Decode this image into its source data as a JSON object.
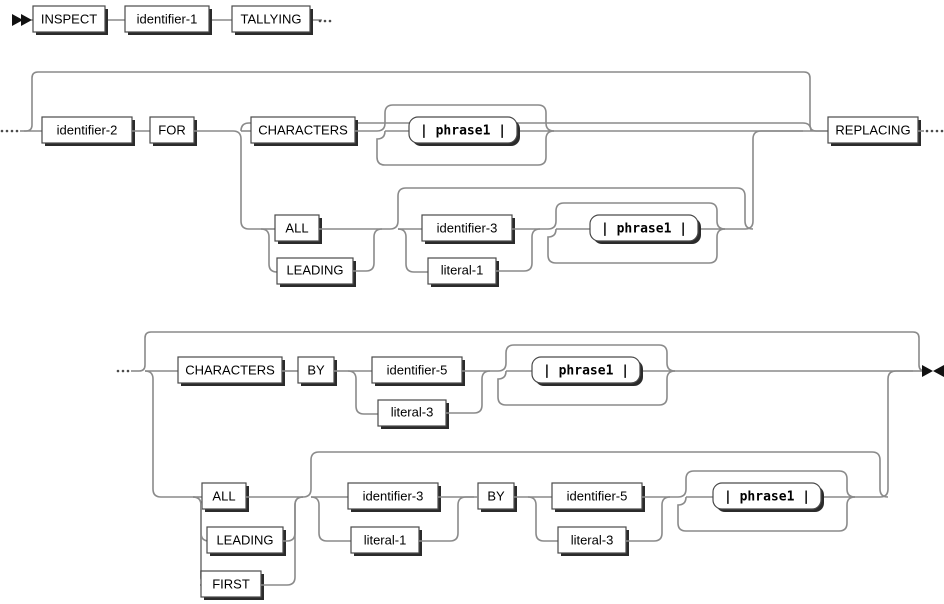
{
  "diagram": {
    "title": "INSPECT TALLYING REPLACING syntax diagram",
    "type": "railroad-syntax-diagram",
    "colors": {
      "rail": "#8a8a8a",
      "box_border": "#4a4a4a",
      "box_fill": "#ffffff",
      "box_shadow": "#2b2b2b",
      "text": "#000000",
      "background": "#ffffff"
    },
    "markers": {
      "start": "►►",
      "end": "►◄",
      "continuation": "····"
    }
  },
  "rows": [
    {
      "id": "row-1",
      "nodes": [
        {
          "id": "n-inspect",
          "label": "INSPECT",
          "kind": "keyword"
        },
        {
          "id": "n-identifier-1",
          "label": "identifier-1",
          "kind": "variable"
        },
        {
          "id": "n-tallying",
          "label": "TALLYING",
          "kind": "keyword"
        }
      ]
    },
    {
      "id": "row-2",
      "nodes": [
        {
          "id": "n-identifier-2",
          "label": "identifier-2",
          "kind": "variable"
        },
        {
          "id": "n-for",
          "label": "FOR",
          "kind": "keyword"
        },
        {
          "id": "n-characters-2",
          "label": "CHARACTERS",
          "kind": "keyword"
        },
        {
          "id": "n-phrase1-a",
          "label": "| phrase1 |",
          "kind": "fragment"
        },
        {
          "id": "n-all-2",
          "label": "ALL",
          "kind": "keyword"
        },
        {
          "id": "n-leading-2",
          "label": "LEADING",
          "kind": "keyword"
        },
        {
          "id": "n-identifier-3a",
          "label": "identifier-3",
          "kind": "variable"
        },
        {
          "id": "n-literal-1a",
          "label": "literal-1",
          "kind": "variable"
        },
        {
          "id": "n-phrase1-b",
          "label": "| phrase1 |",
          "kind": "fragment"
        },
        {
          "id": "n-replacing",
          "label": "REPLACING",
          "kind": "keyword"
        }
      ]
    },
    {
      "id": "row-3",
      "nodes": [
        {
          "id": "n-characters-3",
          "label": "CHARACTERS",
          "kind": "keyword"
        },
        {
          "id": "n-by-1",
          "label": "BY",
          "kind": "keyword"
        },
        {
          "id": "n-identifier-5a",
          "label": "identifier-5",
          "kind": "variable"
        },
        {
          "id": "n-literal-3a",
          "label": "literal-3",
          "kind": "variable"
        },
        {
          "id": "n-phrase1-c",
          "label": "| phrase1 |",
          "kind": "fragment"
        },
        {
          "id": "n-all-3",
          "label": "ALL",
          "kind": "keyword"
        },
        {
          "id": "n-leading-3",
          "label": "LEADING",
          "kind": "keyword"
        },
        {
          "id": "n-first-3",
          "label": "FIRST",
          "kind": "keyword"
        },
        {
          "id": "n-identifier-3b",
          "label": "identifier-3",
          "kind": "variable"
        },
        {
          "id": "n-literal-1b",
          "label": "literal-1",
          "kind": "variable"
        },
        {
          "id": "n-by-2",
          "label": "BY",
          "kind": "keyword"
        },
        {
          "id": "n-identifier-5b",
          "label": "identifier-5",
          "kind": "variable"
        },
        {
          "id": "n-literal-3b",
          "label": "literal-3",
          "kind": "variable"
        },
        {
          "id": "n-phrase1-d",
          "label": "| phrase1 |",
          "kind": "fragment"
        }
      ]
    }
  ]
}
